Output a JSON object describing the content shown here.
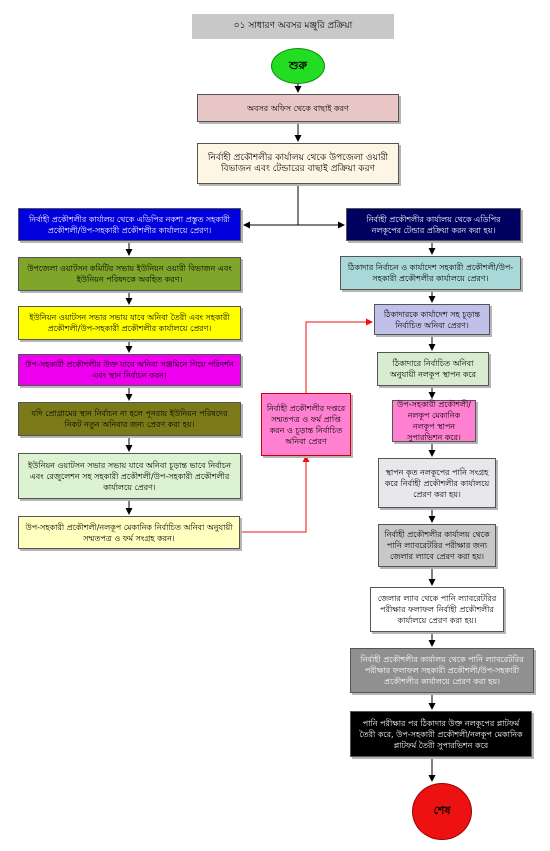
{
  "title": "০১ সাধারণ অবসর মঞ্জুরি প্রক্রিয়া",
  "colors": {
    "start": "#22dd22",
    "end": "#ee1111",
    "arrow": "#ee1111",
    "pink_light": "#e8c6c6",
    "cream": "#fdf6e4",
    "blue": "#0000dd",
    "olive_green": "#7fa52a",
    "yellow": "#ffff00",
    "magenta": "#ee00ee",
    "olive": "#7a7a18",
    "mint": "#ddf2d0",
    "pale_yellow": "#ffffc0",
    "navy": "#000060",
    "teal": "#a8d8d8",
    "lavender": "#c0c0e8",
    "pale_green": "#d8ecd0",
    "pink": "#ff80d0",
    "light_gray": "#e8e8ec",
    "gray": "#c8c8c8",
    "dark_gray": "#909090",
    "black": "#000000"
  },
  "nodes": {
    "start": "শুরু",
    "end": "শেষ",
    "n1": "অবসর অফিস থেকে বাছাই করণ",
    "n2": "নির্বাহী প্রকৌশলীর কার্যালয় থেকে উপজেলা ওয়ারী বিভাজন এবং টেন্ডারের বাছাই প্রক্রিয়া করণ",
    "l1": "নির্বাহী প্রকৌশলীর কার্যালয় থেকে এডিপির নকশা প্রস্তুত সহকারী প্রকৌশলী/উপ-সহকারী প্রকৌশলীর কার্যালয়ে প্রেরণ।",
    "l2": "উপজেলা ওয়াটসন কমিটির সভায় ইউনিয়ন ওয়ারী বিভাজন এবং ইউনিয়ন পরিষদকে অবহিত করণ।",
    "l3": "ইউনিয়ন ওয়াটসন সভার সভায় যাবে অনিবা তৈরী এবং সহকারী প্রকৌশলী/উপ-সহকারী প্রকৌশলীর কার্যালয়ে প্রেরণ।",
    "l4": "উপ-সহকারী প্রকৌশলীর উক্ত যাবে অনিবা সঞ্জমিনে গিয়ে পরিদর্শন এবং স্থান নির্বাচন করন।",
    "l5": "যদি প্রোগ্রামের স্থান নির্বাচন না হলে পূনরায় ইউনিয়ন পরিষদের নিকট নতুন অনিবার জন্য প্রেরণ করা হয়।",
    "l6": "ইউনিয়ন ওয়াটসন সভার সভায় যাবে অনিবা চূড়ান্ত ভাবে নির্বাচন এবং রেজুলেশন সহ সহকারী প্রকৌশলী/উপ-সহকারী প্রকৌশলীর কার্যালয়ে প্রেরণ।",
    "l7": "উপ-সহকারী প্রকৌশলী/নলকূপ মেকানিক নির্বাচিত অনিবা অনুযায়ী সম্মতপত্র ও ফর্ম সংগ্রহ করন।",
    "mid": "নির্বাহী প্রকৌশলীর দপ্তরে সম্মতপত্র ও ফর্ম প্রাপ্তি করন ও চূড়ান্ত নির্বাচিত অনিবা প্রেরণ",
    "r1": "নির্বাহী প্রকৌশলীর কার্যালয় থেকে এডিপির নলকূপের টেন্ডার প্রক্রিয়া করন করা হয়।",
    "r2": "ঠিকাদার নির্বাচন ও কার্যাদেশ সহকারী প্রকৌশলী/উপ-সহকারী প্রকৌশলীর কার্যালয়ে প্রেরণ।",
    "r3": "ঠিকাদারকে কার্যাদেশ সহ চূড়ান্ত নির্বাচিত অনিবা প্রেরণ।",
    "r4": "ঠিকাদারে নির্বাচিত অনিবা অনুযায়ী নলকূপ স্থাপন করে",
    "r5": "উপ-সহকারী প্রকৌশলী/ নলকূপ মেকানিক নলকূপ স্থাপন সুপারভিশন করে।",
    "r6": "স্থাপন কৃত নলকূপের পানি সংগ্রহ করে নির্বাহী প্রকৌশলীর কার্যালয়ে প্রেরণ করা হয়।",
    "r7": "নির্বাহী প্রকৌশলীর কার্যালয় থেকে পানি ল্যাবরেটরির পরীক্ষার জন্য জেলার ল্যাবে প্রেরণ করা হয়।",
    "r8": "জেলার ল্যাব থেকে পানি ল্যাবরেটরির পরীক্ষার ফলাফল নির্বাহী প্রকৌশলীর কার্যালয়ে প্রেরণ করা হয়।",
    "r9": "নির্বাহী প্রকৌশলীর কার্যালয় থেকে পানি ল্যাবরেটরির পরীক্ষার ফলাফল সহকারী প্রকৌশলী/উপ-সহকারী প্রকৌশলীর কার্যালয়ে প্রেরণ করা হয়।",
    "r10": "পানি পরীক্ষার পর ঠিকাদার উক্ত নলকূপের প্লাটফর্ম তৈরী করে, উপ-সহকারী প্রকৌশলী/নলকূপ মেকানিক প্লাটফর্ম তৈরী সুপারভিশন করে"
  }
}
